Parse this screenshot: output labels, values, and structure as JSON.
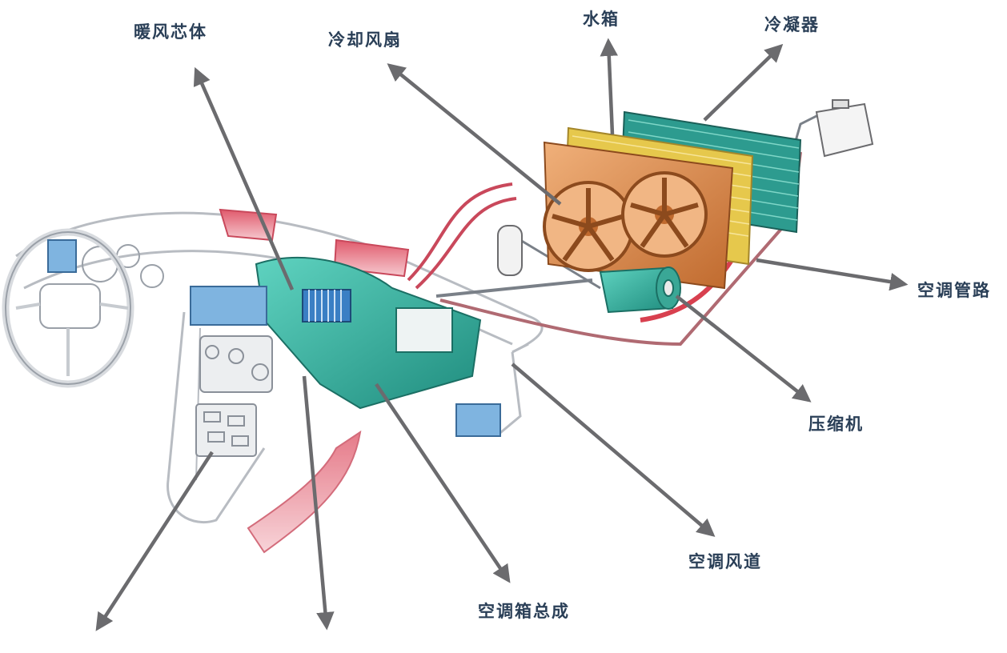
{
  "labels": {
    "heater_core": "暖风芯体",
    "cooling_fan": "冷却风扇",
    "radiator": "水箱",
    "condenser": "冷凝器",
    "ac_pipes": "空调管路",
    "compressor": "压缩机",
    "ac_duct": "空调风道",
    "hvac_box": "空调箱总成"
  },
  "colors": {
    "label_text": "#2a3f57",
    "arrow": "#6b6b6e",
    "hvac_teal": "#2fae9c",
    "condenser_teal": "#2d9b8f",
    "fan_copper": "#d98a46",
    "radiator_yellow": "#e6c84c",
    "hose_red": "#c9485b"
  }
}
